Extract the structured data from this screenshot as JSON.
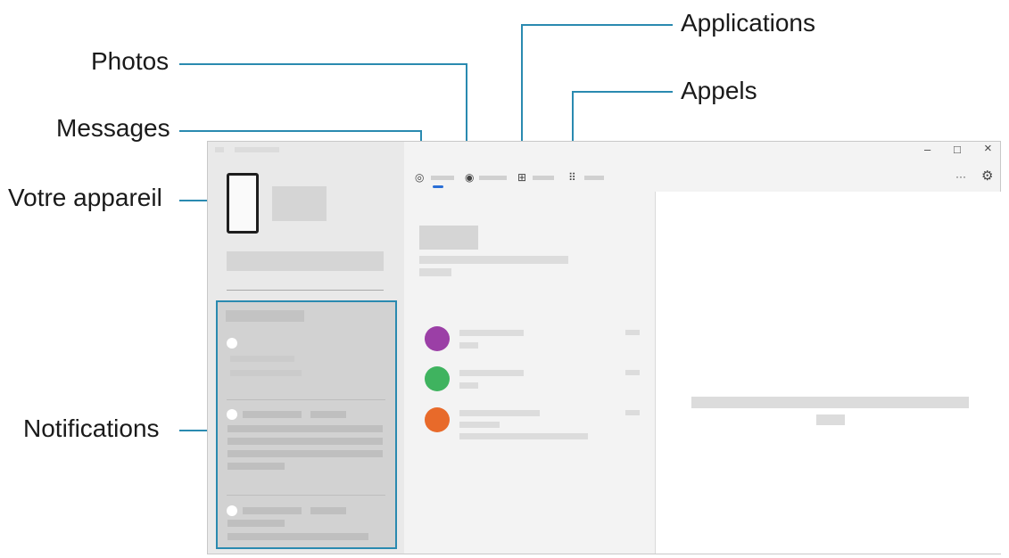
{
  "callouts": {
    "photos": "Photos",
    "messages": "Messages",
    "votre_appareil": "Votre appareil",
    "notifications": "Notifications",
    "applications": "Applications",
    "appels": "Appels"
  },
  "window_controls": {
    "minimize": "–",
    "maximize": "□",
    "close": "×",
    "more": "···",
    "settings": "⚙"
  },
  "tab_icons": {
    "messages": "◎",
    "photos": "◉",
    "applications": "⊞",
    "calls": "⠿"
  },
  "colors": {
    "accent": "#2a8ab0",
    "avatar_1": "#9b3fa6",
    "avatar_2": "#3fb35f",
    "avatar_3": "#e86a2a"
  }
}
